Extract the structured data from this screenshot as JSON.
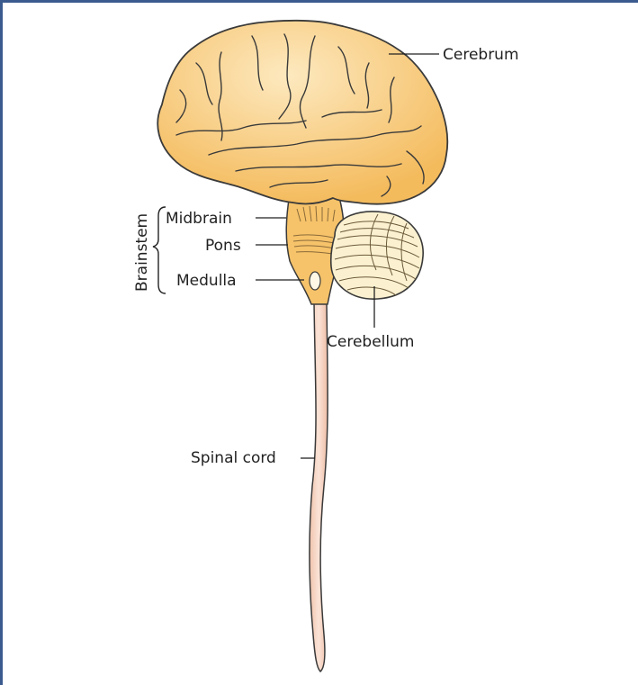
{
  "colors": {
    "frame_border": "#3b5b8f",
    "brain_fill": "#f6c36a",
    "brain_highlight": "#fde9bf",
    "cerebellum_fill": "#fbf1d0",
    "spinal_cord_fill": "#f7d6c4",
    "outline": "#3a3a3a"
  },
  "labels": {
    "cerebrum": "Cerebrum",
    "midbrain": "Midbrain",
    "pons": "Pons",
    "medulla": "Medulla",
    "brainstem": "Brainstem",
    "cerebellum": "Cerebellum",
    "spinal_cord": "Spinal cord"
  }
}
